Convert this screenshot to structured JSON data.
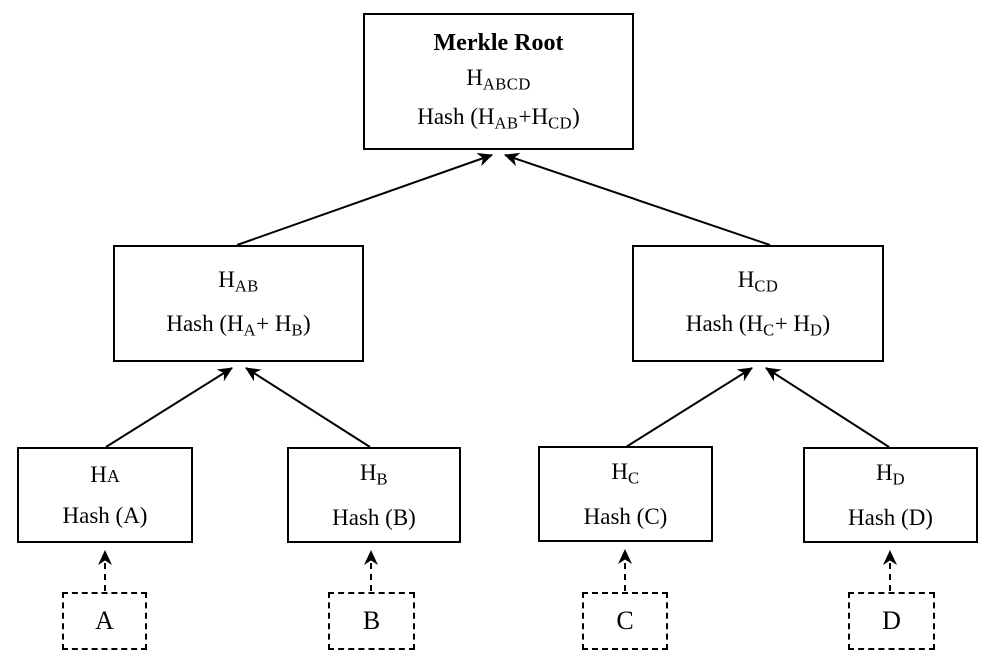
{
  "diagram": {
    "kind": "merkle-tree",
    "colors": {
      "line": "#000000",
      "background": "#ffffff",
      "text": "#000000"
    },
    "nodes": {
      "root": {
        "title": "Merkle Root",
        "hash_base": "H",
        "hash_sub": "ABCD",
        "formula_parts": [
          "Hash (H",
          "AB",
          "+H",
          "CD",
          ")"
        ]
      },
      "ab": {
        "hash_base": "H",
        "hash_sub": "AB",
        "formula_parts": [
          "Hash (H",
          "A",
          "+ H",
          "B",
          ")"
        ]
      },
      "cd": {
        "hash_base": "H",
        "hash_sub": "CD",
        "formula_parts": [
          "Hash (H",
          "C",
          "+ H",
          "D",
          ")"
        ]
      },
      "leaf_a": {
        "hash_base": "H",
        "hash_sub": "A",
        "formula": "Hash (A)"
      },
      "leaf_b": {
        "hash_base": "H",
        "hash_sub": "B",
        "formula": "Hash (B)"
      },
      "leaf_c": {
        "hash_base": "H",
        "hash_sub": "C",
        "formula": "Hash (C)"
      },
      "leaf_d": {
        "hash_base": "H",
        "hash_sub": "D",
        "formula": "Hash (D)"
      }
    },
    "blocks": {
      "a": {
        "label": "A"
      },
      "b": {
        "label": "B"
      },
      "c": {
        "label": "C"
      },
      "d": {
        "label": "D"
      }
    }
  }
}
